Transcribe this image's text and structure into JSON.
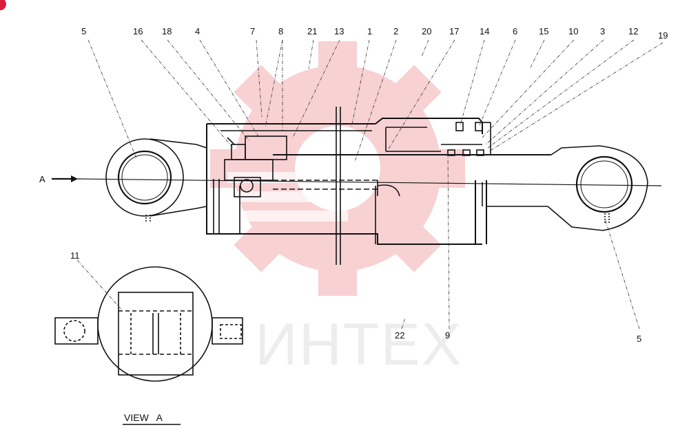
{
  "watermark": {
    "brand_text": "ИНТЕХ",
    "gear_color": "#f7c9cc",
    "text_color": "#ededed"
  },
  "corner_badge": {
    "color": "#d81e3b"
  },
  "arrow_label": "A",
  "view_label": "VIEW   A",
  "callouts": [
    {
      "id": "c5l",
      "text": "5"
    },
    {
      "id": "c16",
      "text": "16"
    },
    {
      "id": "c18",
      "text": "18"
    },
    {
      "id": "c4",
      "text": "4"
    },
    {
      "id": "c7",
      "text": "7"
    },
    {
      "id": "c8",
      "text": "8"
    },
    {
      "id": "c21",
      "text": "21"
    },
    {
      "id": "c13",
      "text": "13"
    },
    {
      "id": "c1",
      "text": "1"
    },
    {
      "id": "c2",
      "text": "2"
    },
    {
      "id": "c20",
      "text": "20"
    },
    {
      "id": "c17",
      "text": "17"
    },
    {
      "id": "c14",
      "text": "14"
    },
    {
      "id": "c6",
      "text": "6"
    },
    {
      "id": "c15",
      "text": "15"
    },
    {
      "id": "c10",
      "text": "10"
    },
    {
      "id": "c3",
      "text": "3"
    },
    {
      "id": "c12",
      "text": "12"
    },
    {
      "id": "c19",
      "text": "19"
    },
    {
      "id": "c11",
      "text": "11"
    },
    {
      "id": "c22",
      "text": "22"
    },
    {
      "id": "c9",
      "text": "9"
    },
    {
      "id": "c5r",
      "text": "5"
    }
  ]
}
